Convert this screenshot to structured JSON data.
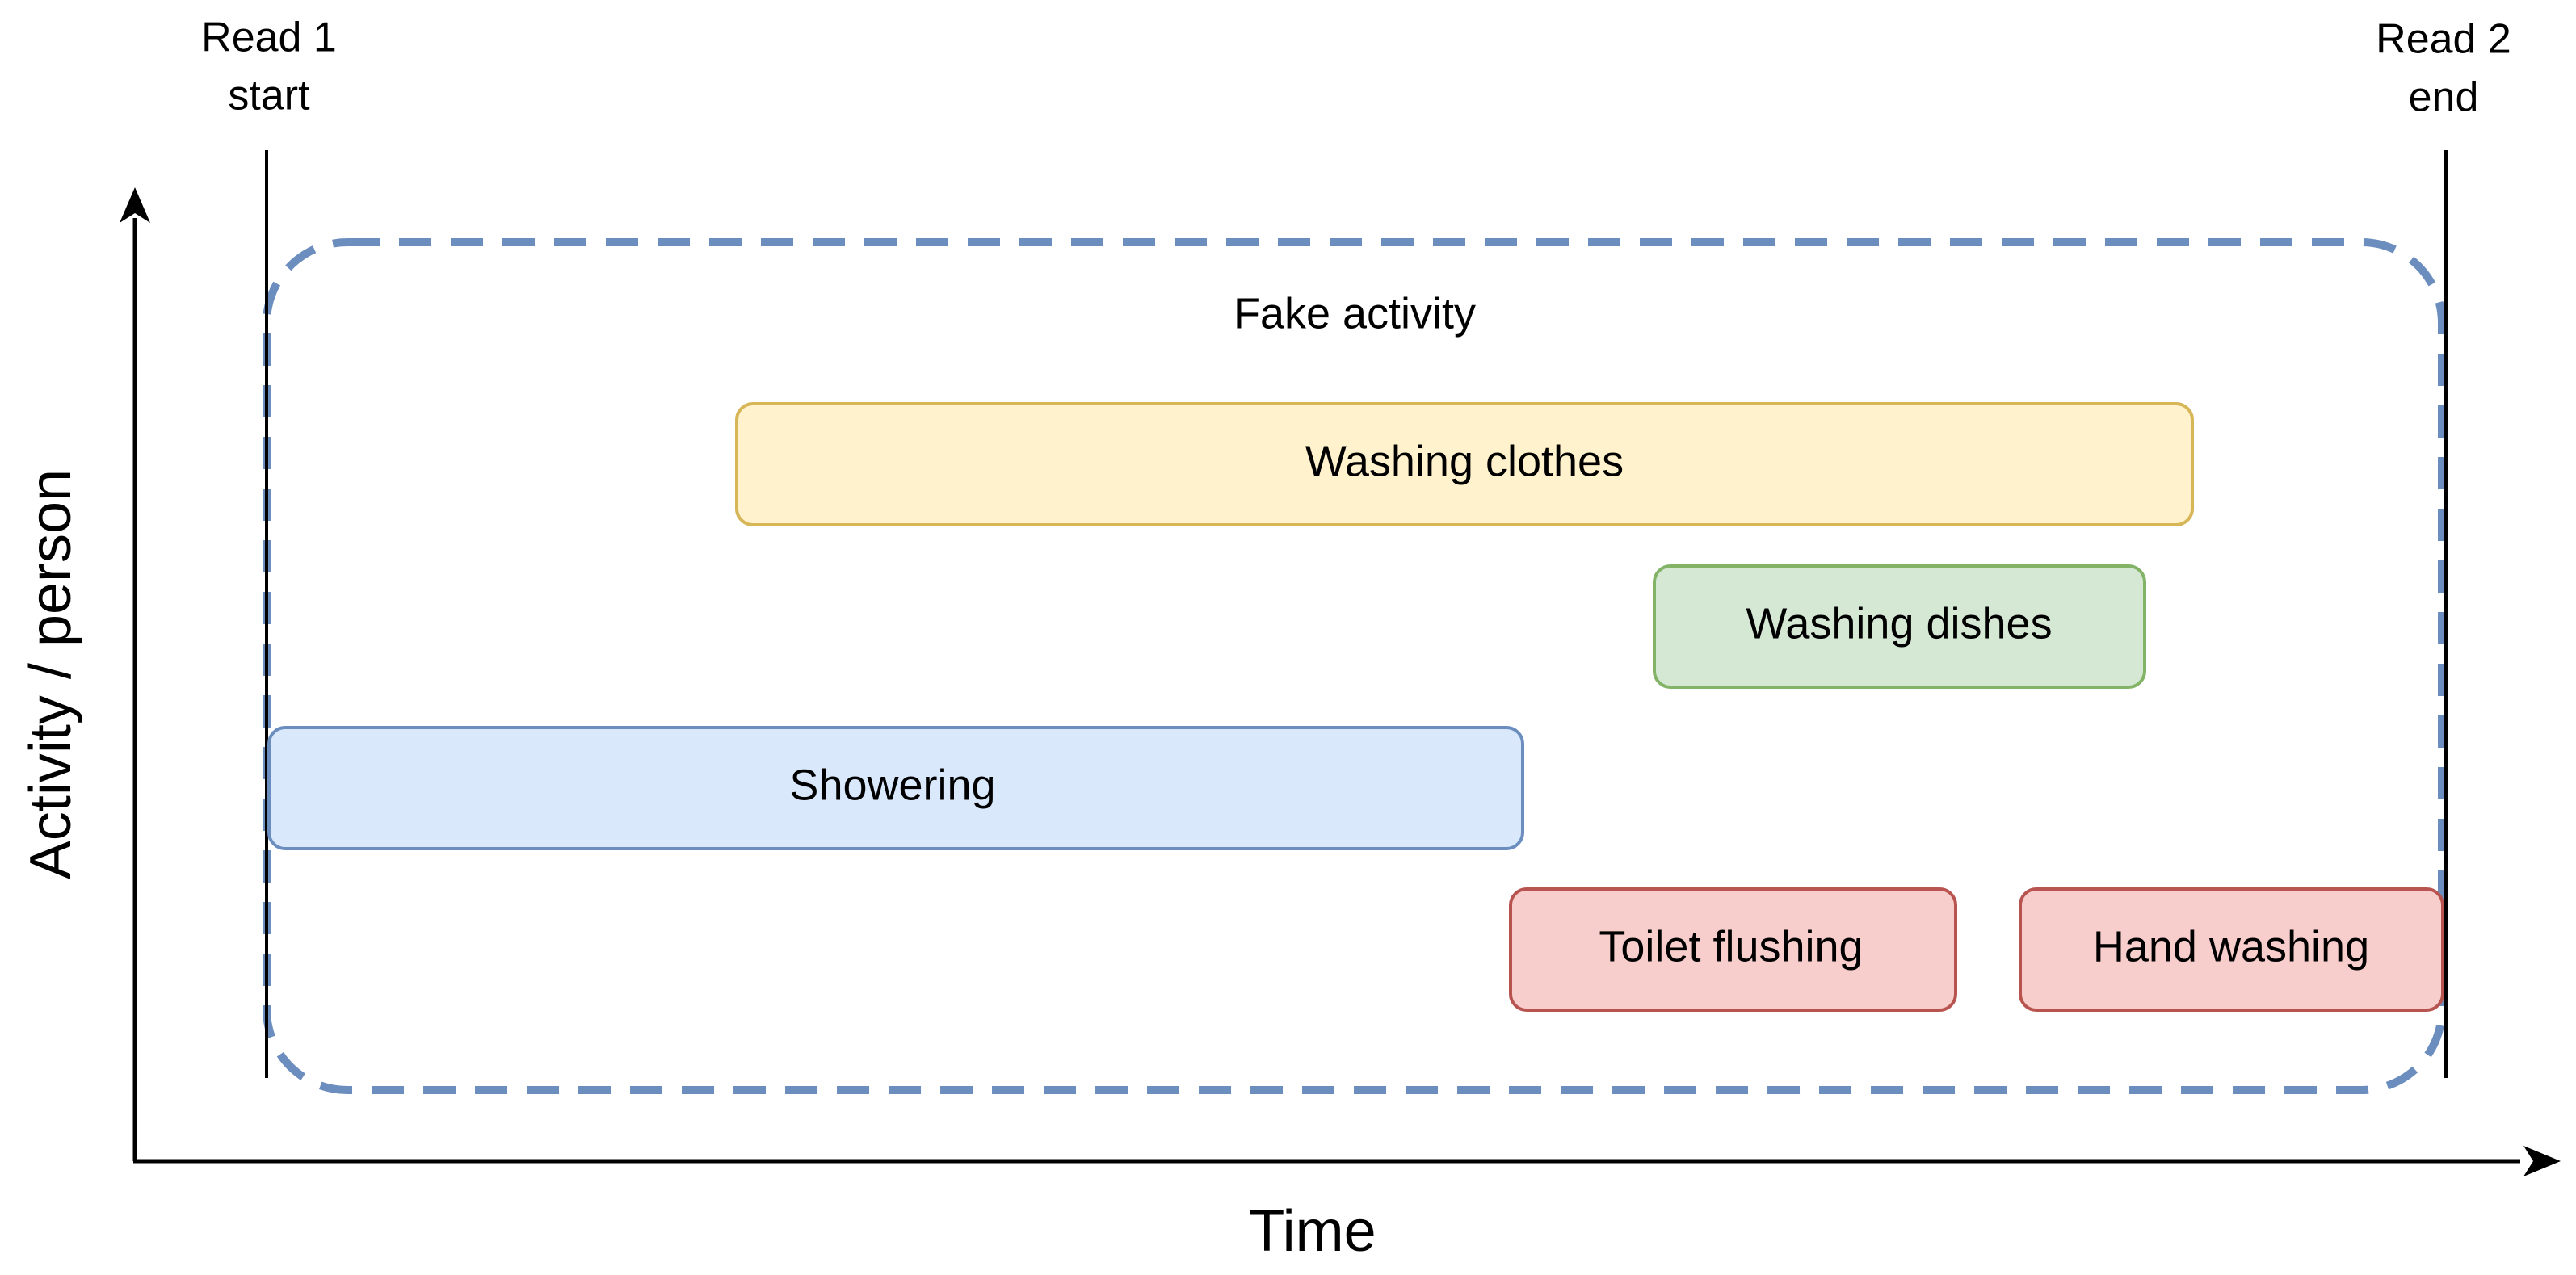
{
  "markers": {
    "read1": {
      "line1": "Read 1",
      "line2": "start"
    },
    "read2": {
      "line1": "Read 2",
      "line2": "end"
    }
  },
  "axes": {
    "x_label": "Time",
    "y_label": "Activity / person"
  },
  "group": {
    "label": "Fake activity",
    "color": "#6c8ebf"
  },
  "activities": [
    {
      "label": "Washing clothes",
      "fill": "#fff2cc",
      "stroke": "#d6b656"
    },
    {
      "label": "Washing dishes",
      "fill": "#d5e8d4",
      "stroke": "#82b366"
    },
    {
      "label": "Showering",
      "fill": "#dae8fc",
      "stroke": "#6c8ebf"
    },
    {
      "label": "Toilet flushing",
      "fill": "#f8cecc",
      "stroke": "#b85450"
    },
    {
      "label": "Hand washing",
      "fill": "#f8cecc",
      "stroke": "#b85450"
    }
  ]
}
